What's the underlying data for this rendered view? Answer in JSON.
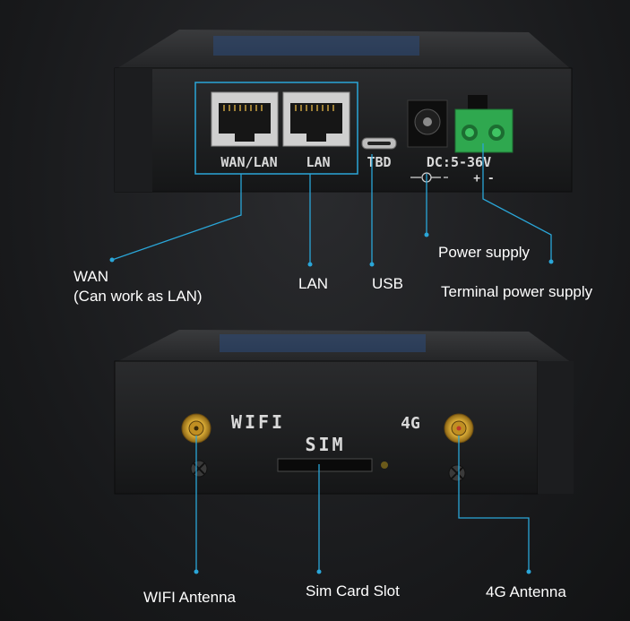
{
  "colors": {
    "callout": "#2aa6d8",
    "label": "#ffffff",
    "terminal": "#2fa84f",
    "sma": "#d9a52a"
  },
  "top_panel": {
    "port_labels": {
      "wan_lan": "WAN/LAN",
      "lan": "LAN",
      "tbd": "TBD",
      "dc": "DC:5-36V",
      "polarity": "+ -"
    },
    "callouts": {
      "wan_title": "WAN",
      "wan_sub": "(Can work as LAN)",
      "lan": "LAN",
      "usb": "USB",
      "power": "Power supply",
      "terminal": "Terminal power supply"
    }
  },
  "bottom_panel": {
    "port_labels": {
      "wifi": "WIFI",
      "g4": "4G",
      "sim": "SIM"
    },
    "callouts": {
      "wifi_antenna": "WIFI Antenna",
      "sim_slot": "Sim Card Slot",
      "g4_antenna": "4G Antenna"
    }
  }
}
